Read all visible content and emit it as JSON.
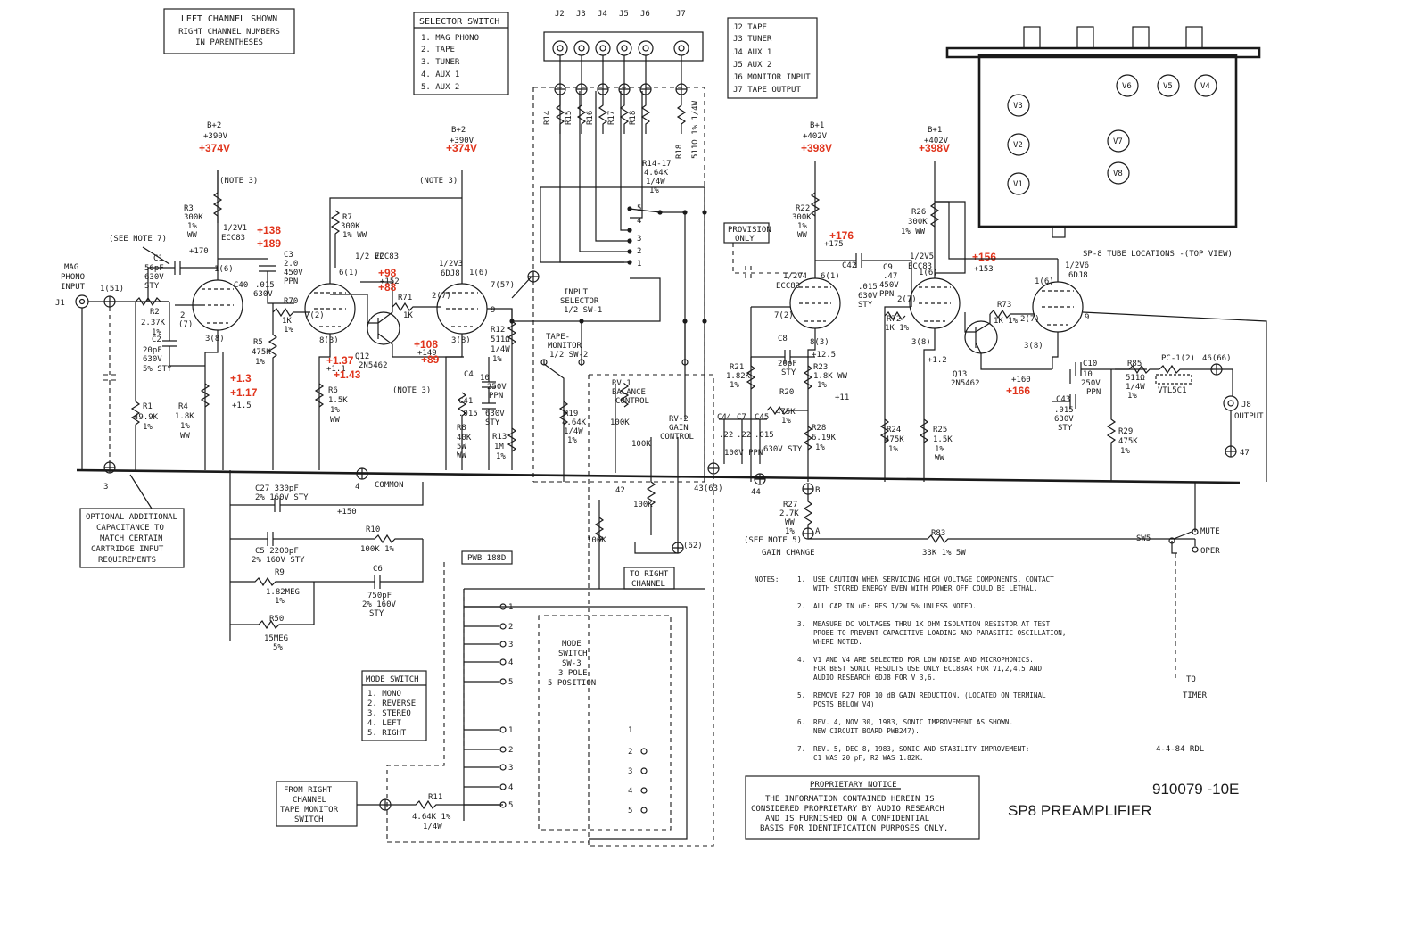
{
  "left_channel_box": [
    "LEFT CHANNEL SHOWN",
    "RIGHT CHANNEL NUMBERS",
    "IN PARENTHESES"
  ],
  "selector_box": {
    "title": "SELECTOR SWITCH",
    "items": [
      "1. MAG PHONO",
      "2. TAPE",
      "3. TUNER",
      "4. AUX 1",
      "5. AUX 2"
    ]
  },
  "jack_labels": [
    "J2",
    "J3",
    "J4",
    "J5",
    "J6",
    "J7"
  ],
  "jack_legend": [
    "J2  TAPE",
    "J3  TUNER",
    "J4  AUX 1",
    "J5  AUX 2",
    "J6  MONITOR INPUT",
    "J7  TAPE OUTPUT"
  ],
  "tube_labels": [
    "V6",
    "V5",
    "V4",
    "V3",
    "V2",
    "V7",
    "V1",
    "V8"
  ],
  "tube_caption": "SP-8 TUBE LOCATIONS -(TOP VIEW)",
  "mag_input": [
    "MAG",
    "PHONO",
    "INPUT",
    "J1"
  ],
  "optional_box": [
    "OPTIONAL ADDITIONAL",
    "CAPACITANCE TO",
    "MATCH CERTAIN",
    "CARTRIDGE INPUT",
    "REQUIREMENTS"
  ],
  "mode_box": {
    "title": "MODE SWITCH",
    "items": [
      "1. MONO",
      "2. REVERSE",
      "3. STEREO",
      "4. LEFT",
      "5. RIGHT"
    ]
  },
  "from_right_box": [
    "FROM RIGHT",
    "CHANNEL",
    "TAPE MONITOR",
    "SWITCH"
  ],
  "pwb_label": "PWB 188D",
  "to_right_box": [
    "TO RIGHT",
    "CHANNEL"
  ],
  "provision_box": [
    "PROVISION",
    "ONLY"
  ],
  "proprietary": {
    "title": "PROPRIETARY NOTICE",
    "lines": [
      "THE INFORMATION CONTAINED HEREIN IS",
      "CONSIDERED PROPRIETARY BY AUDIO RESEARCH",
      "AND IS FURNISHED ON A CONFIDENTIAL",
      "BASIS FOR IDENTIFICATION PURPOSES ONLY."
    ]
  },
  "drawing_number": "910079 -10E",
  "drawing_title": "SP8 PREAMPLIFIER",
  "date_mark": "4-4-84  RDL",
  "notes_heading": "NOTES:",
  "notes": [
    {
      "n": "1.",
      "lines": [
        "USE CAUTION WHEN SERVICING HIGH VOLTAGE COMPONENTS.  CONTACT",
        "WITH STORED ENERGY EVEN WITH POWER OFF COULD BE LETHAL."
      ]
    },
    {
      "n": "2.",
      "lines": [
        "ALL CAP IN uF: RES 1/2W 5% UNLESS NOTED."
      ]
    },
    {
      "n": "3.",
      "lines": [
        "MEASURE DC VOLTAGES THRU 1K OHM ISOLATION RESISTOR AT TEST",
        "PROBE TO PREVENT CAPACITIVE LOADING AND PARASITIC OSCILLATION,",
        "WHERE NOTED."
      ]
    },
    {
      "n": "4.",
      "lines": [
        "V1 AND V4 ARE SELECTED FOR LOW NOISE AND MICROPHONICS.",
        "FOR BEST SONIC RESULTS USE ONLY ECC83AR FOR V1,2,4,5 AND",
        "AUDIO RESEARCH 6DJ8 FOR V 3,6."
      ]
    },
    {
      "n": "5.",
      "lines": [
        "REMOVE R27 FOR 10 dB GAIN REDUCTION. (LOCATED ON TERMINAL",
        "POSTS BELOW V4)"
      ]
    },
    {
      "n": "6.",
      "lines": [
        "REV. 4, NOV 30, 1983, SONIC IMPROVEMENT AS SHOWN.",
        "NEW CIRCUIT BOARD PWB247)."
      ]
    },
    {
      "n": "7.",
      "lines": [
        "REV. 5, DEC 8, 1983, SONIC AND STABILITY IMPROVEMENT:",
        "C1 WAS 20 pF, R2 WAS 1.82K."
      ]
    }
  ],
  "supply_labels": {
    "b2a": [
      "B+2",
      "+390V"
    ],
    "b2b": [
      "B+2",
      "+390V"
    ],
    "b1a": [
      "B+1",
      "+402V"
    ],
    "b1b": [
      "B+1",
      "+402V"
    ]
  },
  "red_voltages": {
    "v374a": "+374V",
    "v374b": "+374V",
    "v398a": "+398V",
    "v398b": "+398V",
    "v138": "+138",
    "v189": "+189",
    "v98": "+98",
    "v88": "+88",
    "v108": "+108",
    "v89": "+89",
    "v137": "+1.37",
    "v143": "+1.43",
    "v13": "+1.3",
    "v117": "+1.17",
    "v176": "+176",
    "v156": "+156",
    "v166": "+166"
  },
  "black_voltages": {
    "p170": "+170",
    "p15": "+1.5",
    "p11": "+1.1",
    "p152": "+152",
    "p149": "+149",
    "p175": "+175",
    "p153": "+153",
    "p125": "+12.5",
    "p11b": "+11",
    "p12": "+1.2",
    "p160": "+160",
    "p150": "+150"
  },
  "components": {
    "r3": [
      "R3",
      "300K",
      "1%",
      "WW"
    ],
    "v1": [
      "1/2V1",
      "ECC83"
    ],
    "c1": [
      "C1",
      "56pF",
      "630V",
      "STY"
    ],
    "r2": [
      "R2",
      "2.37K",
      "1%"
    ],
    "c2": [
      "C2",
      "20pF",
      "630V",
      "5% STY"
    ],
    "r1": [
      "R1",
      "49.9K",
      "1%"
    ],
    "r4": [
      "R4",
      "1.8K",
      "1%",
      "WW"
    ],
    "c40": [
      "C40",
      ".015",
      "630V"
    ],
    "c3": [
      "C3",
      "2.0",
      "450V",
      "PPN"
    ],
    "r5": [
      "R5",
      "475K",
      "1%"
    ],
    "r70": [
      "R70",
      "1K",
      "1%"
    ],
    "r7": [
      "R7",
      "300K",
      "1% WW"
    ],
    "v2": [
      "1/2 V2",
      "ECC83"
    ],
    "r6": [
      "R6",
      "1.5K",
      "1%",
      "WW"
    ],
    "q12": [
      "Q12",
      "2N5462"
    ],
    "r71": [
      "R71",
      "1K"
    ],
    "v3": [
      "1/2V3",
      "6DJ8"
    ],
    "c4": [
      "C4",
      "10",
      "250V",
      "PPN"
    ],
    "c41": [
      "C41",
      ".015",
      "630V",
      "STY"
    ],
    "r8": [
      "R8",
      "40K",
      "5W",
      "WW"
    ],
    "r12": [
      "R12",
      "511Ω",
      "1/4W",
      "1%"
    ],
    "r13": [
      "R13",
      "1M",
      "1%"
    ],
    "r14": [
      "R14-17",
      "4.64K",
      "1/4W",
      "1%"
    ],
    "r18": [
      "R18",
      "511Ω 1% 1/4W"
    ],
    "sel_caption": [
      "INPUT",
      "SELECTOR",
      "1/2 SW-1"
    ],
    "tape_mon": [
      "TAPE-",
      "MONITOR",
      "1/2 SW-2"
    ],
    "r19": [
      "R19",
      "4.64K",
      "1/4W",
      "1%"
    ],
    "rv1": [
      "RV-1",
      "BALANCE",
      "CONTROL"
    ],
    "rv2": [
      "RV-2",
      "GAIN",
      "CONTROL"
    ],
    "r22": [
      "R22",
      "300K",
      "1%",
      "WW"
    ],
    "v4": [
      "1/2V4",
      "ECC83"
    ],
    "c9": [
      "C9",
      ".47",
      "450V",
      "PPN"
    ],
    "c42": [
      "C42",
      ".015",
      "630V",
      "STY"
    ],
    "c8": [
      "C8",
      "20pF",
      "STY"
    ],
    "r21": [
      "R21",
      "1.82K",
      "1%"
    ],
    "r20": [
      "R20",
      "475K",
      "1%"
    ],
    "r23": [
      "R23",
      "1.8K WW",
      "1%"
    ],
    "r28": [
      "R28",
      "6.19K",
      "1%"
    ],
    "c44": [
      "C44",
      "C7",
      "C45"
    ],
    "cvals": [
      ".22",
      ".22",
      ".015",
      "100V PPN",
      "630V STY"
    ],
    "r26": [
      "R26",
      "300K",
      "1% WW"
    ],
    "v5": [
      "1/2V5",
      "ECC83"
    ],
    "r72": [
      "R72",
      "1K 1%"
    ],
    "r24": [
      "R24",
      "475K",
      "1%"
    ],
    "r25": [
      "R25",
      "1.5K",
      "1%",
      "WW"
    ],
    "q13": [
      "Q13",
      "2N5462"
    ],
    "r73": [
      "R73",
      "1K 1%"
    ],
    "v6": [
      "1/2V6",
      "6DJ8"
    ],
    "c10": [
      "C10",
      "10",
      "250V",
      "PPN"
    ],
    "c43": [
      "C43",
      ".015",
      "630V",
      "STY"
    ],
    "r85": [
      "R85",
      "511Ω",
      "1/4W",
      "1%"
    ],
    "pc": [
      "PC-1(2)",
      "VTL5C1"
    ],
    "r29": [
      "R29",
      "475K",
      "1%"
    ],
    "j8": [
      "J8",
      "OUTPUT"
    ],
    "r27": [
      "R27",
      "2.7K",
      "WW",
      "1%"
    ],
    "r83": [
      "R83",
      "33K 1% 5W"
    ],
    "sw5": [
      "SW5",
      "MUTE",
      "OPER"
    ],
    "to_timer": [
      "TO",
      "TIMER"
    ],
    "c27": [
      "C27  330pF",
      "2% 160V STY"
    ],
    "c5": [
      "C5  2200pF",
      "2% 160V STY"
    ],
    "r10": [
      "R10",
      "100K 1%"
    ],
    "r9": [
      "R9",
      "1.82MEG",
      "1%"
    ],
    "c6": [
      "C6",
      "750pF",
      "2% 160V",
      "STY"
    ],
    "r50": [
      "R50",
      "15MEG",
      "5%"
    ],
    "r11": [
      "R11",
      "4.64K 1%",
      "1/4W"
    ],
    "mode_sw": [
      "MODE",
      "SWITCH",
      "SW-3",
      "3 POLE",
      "5 POSITION"
    ]
  },
  "misc": {
    "note3a": "(NOTE 3)",
    "note3b": "(NOTE 3)",
    "note3c": "(NOTE 3)",
    "see_note7": "(SEE NOTE 7)",
    "see_note5": "(SEE NOTE 5)",
    "gain_change": "GAIN CHANGE",
    "common": "COMMON",
    "pin_j1": "1(51)",
    "pin7": "7(57)",
    "pin43": "43(63)",
    "pin44": "44",
    "pin46": "46(66)",
    "pin47": "47",
    "pin42": "42",
    "pin62": "(62)",
    "pin3": "3",
    "pin4": "4",
    "pinB": "B",
    "pinA": "A"
  }
}
